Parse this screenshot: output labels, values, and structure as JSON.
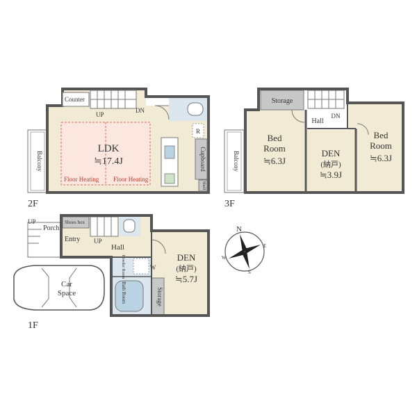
{
  "floors": {
    "f2": {
      "label": "2F",
      "counter": "Counter",
      "up": "UP",
      "dn": "DN",
      "ldk_name": "LDK",
      "ldk_size": "≒17.4J",
      "floor_heating_1": "Floor Heating",
      "floor_heating_2": "Floor Heating",
      "balcony": "Balcony",
      "cupboard": "Cupboard",
      "shelf": "Shelf",
      "r": "R"
    },
    "f3": {
      "label": "3F",
      "storage": "Storage",
      "hall": "Hall",
      "dn": "DN",
      "bed1_name_1": "Bed",
      "bed1_name_2": "Room",
      "bed1_size": "≒6.3J",
      "den_name": "DEN",
      "den_sub": "(納戸)",
      "den_size": "≒3.9J",
      "bed2_name_1": "Bed",
      "bed2_name_2": "Room",
      "bed2_size": "≒6.3J",
      "balcony": "Balcony"
    },
    "f1": {
      "label": "1F",
      "up_outside": "UP",
      "porch": "Porch",
      "shoes_box": "Shoes box",
      "entry": "Entry",
      "up": "UP",
      "hall": "Hall",
      "powder_room": "Powder Room",
      "w": "W",
      "bath_room": "Bath Room",
      "storage": "Storage",
      "den_name": "DEN",
      "den_sub": "(納戸)",
      "den_size": "≒5.7J",
      "car_1": "Car",
      "car_2": "Space"
    }
  },
  "compass": {
    "n": "N",
    "e": "E",
    "s": "S",
    "w": "W"
  },
  "colors": {
    "room_fill": "#f1ead4",
    "wet_fill": "#dce6ef",
    "storage_fill": "#c8c8c8",
    "heating_fill": "#fbe7df",
    "heating_line": "#e06a5a",
    "wall": "#555555"
  }
}
